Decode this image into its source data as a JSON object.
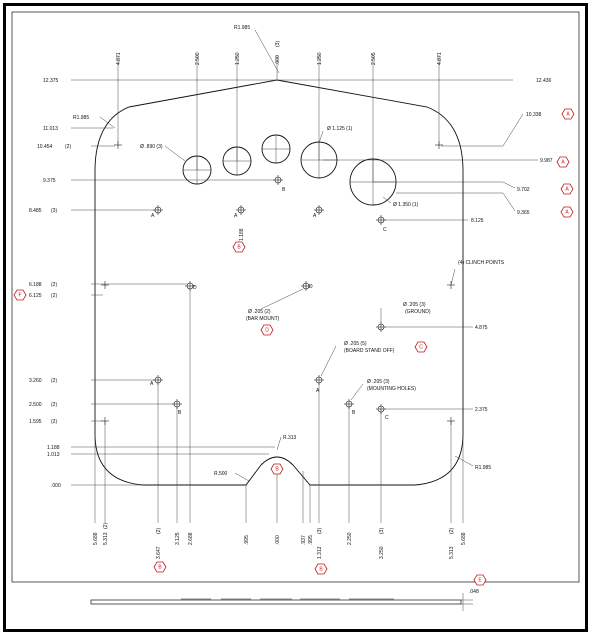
{
  "left_dims": [
    {
      "label": "12.375",
      "note": ""
    },
    {
      "label": "11.013",
      "note": ""
    },
    {
      "label": "10.454",
      "note": "(2)"
    },
    {
      "label": "9.375",
      "note": ""
    },
    {
      "label": "8.485",
      "note": "(3)"
    },
    {
      "label": "6.188",
      "note": "(2)"
    },
    {
      "label": "6.125",
      "note": "(2)"
    },
    {
      "label": "3.260",
      "note": "(2)"
    },
    {
      "label": "2.500",
      "note": "(2)"
    },
    {
      "label": "1.595",
      "note": "(2)"
    },
    {
      "label": "1.188",
      "note": ""
    },
    {
      "label": "1.013",
      "note": ""
    },
    {
      "label": ".000",
      "note": ""
    }
  ],
  "right_dims": [
    "12.436",
    "10.338",
    "9.987",
    "9.702",
    "9.365",
    "8.125",
    "4.875",
    "2.375"
  ],
  "top_dims": [
    "4.871",
    "2.500",
    "1.250",
    ".000",
    "(3)",
    "1.250",
    "2.505",
    "4.871"
  ],
  "bottom_dims": [
    {
      "label": "5.688",
      "note": ""
    },
    {
      "label": "5.313",
      "note": "(2)"
    },
    {
      "label": "3.647",
      "note": "(2)"
    },
    {
      "label": "3.125",
      "note": ""
    },
    {
      "label": "2.688",
      "note": ""
    },
    {
      "label": ".995",
      "note": ""
    },
    {
      "label": ".000",
      "note": ""
    },
    {
      "label": ".937",
      "note": ""
    },
    {
      "label": ".995",
      "note": ""
    },
    {
      "label": "1.312",
      "note": "(3)"
    },
    {
      "label": "2.250",
      "note": ""
    },
    {
      "label": "3.250",
      "note": "(3)"
    },
    {
      "label": "5.313",
      "note": "(2)"
    },
    {
      "label": "5.688",
      "note": ""
    }
  ],
  "radii": {
    "top": "R1.985",
    "top_left": "R1.985",
    "bottom_right": "R1.985",
    "notch_top": "R.313",
    "notch_left": "R.500"
  },
  "hole_callouts": [
    {
      "text": "Ø .890 (3)"
    },
    {
      "text": "Ø 1.125 (1)"
    },
    {
      "text": "Ø 1.350 (1)"
    },
    {
      "text": "Ø .205 (2)",
      "sub": "(BAR MOUNT)"
    },
    {
      "text": "Ø .205 (3)",
      "sub": "(GROUND)"
    },
    {
      "text": "Ø .205 (5)",
      "sub": "(BOARD STAND OFF)"
    },
    {
      "text": "Ø .205 (3)",
      "sub": "(MOUNTING HOLES)"
    }
  ],
  "clinch_note": "(4) CLINCH POINTS",
  "point_letters": {
    "a": "A",
    "b": "B",
    "c": "C",
    "d": "D"
  },
  "flags": [
    {
      "letter": "A",
      "color": "#c41a1a"
    },
    {
      "letter": "B",
      "color": "#c41a1a"
    },
    {
      "letter": "C",
      "color": "#c41a1a"
    },
    {
      "letter": "D",
      "color": "#c41a1a"
    },
    {
      "letter": "E",
      "color": "#c41a1a"
    },
    {
      "letter": "F",
      "color": "#c41a1a"
    }
  ],
  "vertical_label": "1.188",
  "thickness_label": ".048",
  "border_color": "#000000"
}
